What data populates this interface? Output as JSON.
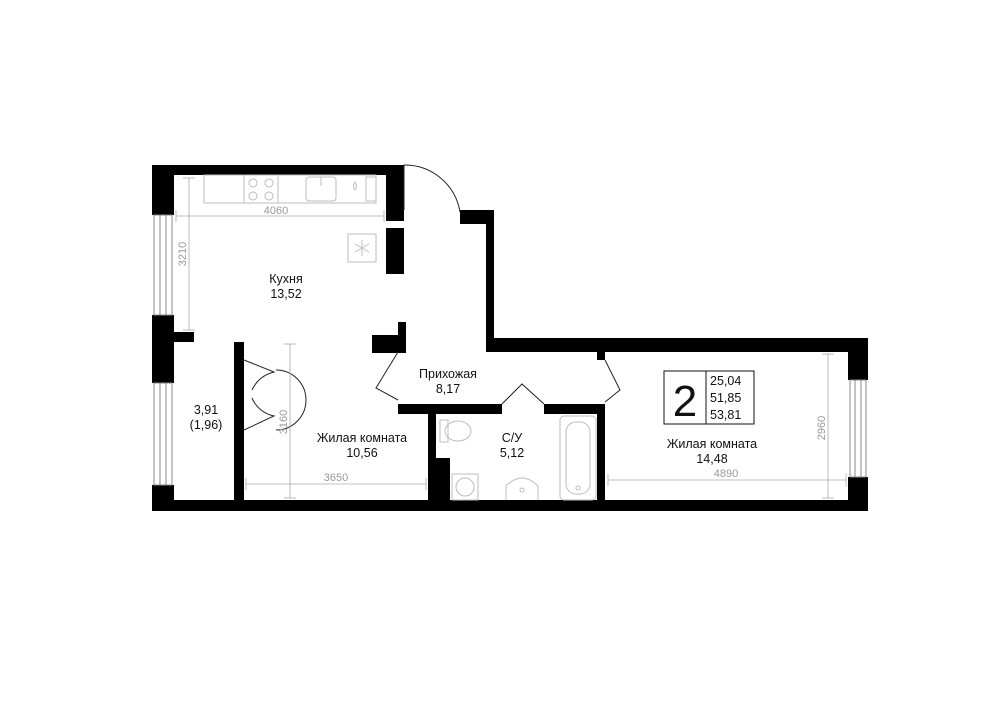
{
  "rooms": {
    "kitchen": {
      "name": "Кухня",
      "area": "13,52"
    },
    "hall": {
      "name": "Прихожая",
      "area": "8,17"
    },
    "balcony": {
      "area": "3,91",
      "area_reduced": "(1,96)"
    },
    "living1": {
      "name": "Жилая комната",
      "area": "10,56"
    },
    "bathroom": {
      "name": "С/У",
      "area": "5,12"
    },
    "living2": {
      "name": "Жилая комната",
      "area": "14,48"
    }
  },
  "dimensions": {
    "kitchen_width": "4060",
    "kitchen_depth": "3210",
    "living1_width": "3650",
    "living1_depth": "3160",
    "living2_width": "4890",
    "living2_depth": "2960"
  },
  "summary": {
    "room_count": "2",
    "living_area": "25,04",
    "total_area": "51,85",
    "total_area_with_balcony": "53,81"
  },
  "colors": {
    "wall": "#000000",
    "dimension": "#999999",
    "fixture": "#bdbdbd"
  }
}
